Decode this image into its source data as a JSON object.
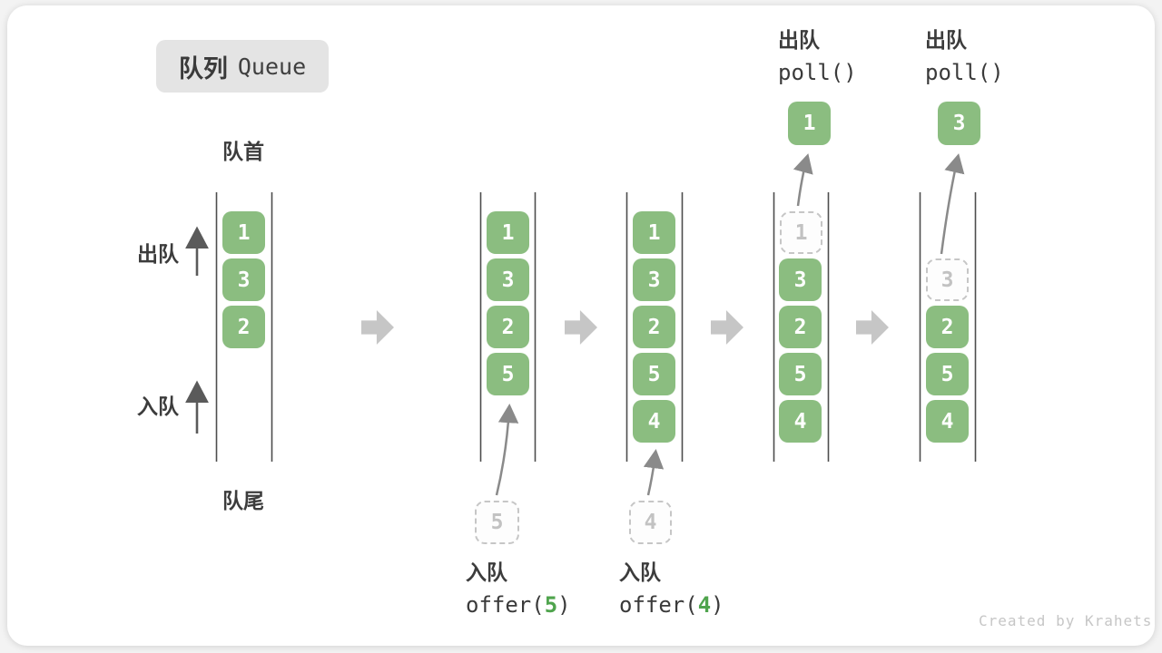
{
  "title": {
    "zh": "队列",
    "en": "Queue"
  },
  "side_labels": {
    "front": "队首",
    "rear": "队尾",
    "dequeue": "出队",
    "enqueue": "入队"
  },
  "operations": {
    "enqueue_5": {
      "action": "入队",
      "code_before": "offer(",
      "arg": "5",
      "code_after": ")"
    },
    "enqueue_4": {
      "action": "入队",
      "code_before": "offer(",
      "arg": "4",
      "code_after": ")"
    },
    "poll_1": {
      "action": "出队",
      "code": "poll()",
      "result": "1"
    },
    "poll_2": {
      "action": "出队",
      "code": "poll()",
      "result": "3"
    }
  },
  "staged_items": {
    "enqueue_5": "5",
    "enqueue_4": "4"
  },
  "states": [
    {
      "boxes": [
        {
          "value": "1",
          "style": "solid"
        },
        {
          "value": "3",
          "style": "solid"
        },
        {
          "value": "2",
          "style": "solid"
        }
      ]
    },
    {
      "boxes": [
        {
          "value": "1",
          "style": "solid"
        },
        {
          "value": "3",
          "style": "solid"
        },
        {
          "value": "2",
          "style": "solid"
        },
        {
          "value": "5",
          "style": "solid"
        }
      ]
    },
    {
      "boxes": [
        {
          "value": "1",
          "style": "solid"
        },
        {
          "value": "3",
          "style": "solid"
        },
        {
          "value": "2",
          "style": "solid"
        },
        {
          "value": "5",
          "style": "solid"
        },
        {
          "value": "4",
          "style": "solid"
        }
      ]
    },
    {
      "boxes": [
        {
          "value": "1",
          "style": "dashed"
        },
        {
          "value": "3",
          "style": "solid"
        },
        {
          "value": "2",
          "style": "solid"
        },
        {
          "value": "5",
          "style": "solid"
        },
        {
          "value": "4",
          "style": "solid"
        }
      ]
    },
    {
      "boxes": [
        {
          "value": "3",
          "style": "dashed"
        },
        {
          "value": "2",
          "style": "solid"
        },
        {
          "value": "5",
          "style": "solid"
        },
        {
          "value": "4",
          "style": "solid"
        }
      ]
    }
  ],
  "colors": {
    "box_green": "#8bbd80",
    "code_arg_green": "#4fa44d",
    "block_arrow_gray": "#c6c6c6",
    "curve_arrow_gray": "#8a8a8a",
    "wall_gray": "#4d4d4d",
    "title_box_bg": "#e4e4e4",
    "text_dark": "#3c3c3c",
    "footer_gray": "#c6c6c6"
  },
  "footer": "Created by Krahets"
}
